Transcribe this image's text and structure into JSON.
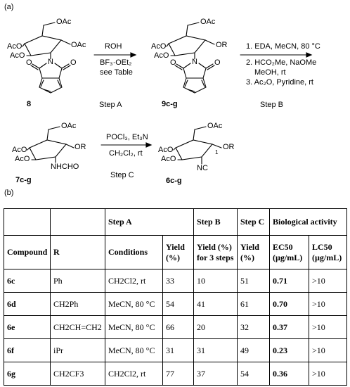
{
  "panel_a": {
    "label": "(a)",
    "step_a": {
      "reagent1": "ROH",
      "reagent2": "BF₃·OEt₂",
      "reagent3": "see Table",
      "name": "Step A"
    },
    "step_b": {
      "line1": "1. EDA, MeCN, 80 °C",
      "line2": "2. HCO₂Me, NaOMe",
      "line2b": "MeOH, rt",
      "line3": "3. Ac₂O, Pyridine, rt",
      "name": "Step B"
    },
    "step_c": {
      "reagent1": "POCl₃, Et₃N",
      "reagent2": "CH₂Cl₂, rt",
      "name": "Step C"
    },
    "compounds": {
      "c8": "8",
      "c9": "9c-g",
      "c7": "7c-g",
      "c6": "6c-g"
    },
    "groups": {
      "oac": "OAc",
      "aco": "AcO",
      "or": "OR",
      "nhcho": "NHCHO",
      "nc": "NC",
      "n": "N",
      "o": "O",
      "one": "1"
    }
  },
  "panel_b": {
    "label": "(b)",
    "header": {
      "step_a": "Step A",
      "step_b": "Step B",
      "step_c": "Step C",
      "bio": "Biological activity",
      "compound": "Compound",
      "r": "R",
      "conditions": "Conditions",
      "yield_a": "Yield (%)",
      "yield_b": "Yield (%) for 3 steps",
      "yield_c": "Yield (%)",
      "ec50": "EC50 (µg/mL)",
      "lc50": "LC50 (µg/mL)"
    },
    "rows": [
      {
        "compound": "6c",
        "r": "Ph",
        "conditions": "CH2Cl2, rt",
        "yield_a": "33",
        "yield_b": "10",
        "yield_c": "51",
        "ec50": "0.71",
        "lc50": ">10"
      },
      {
        "compound": "6d",
        "r": "CH2Ph",
        "conditions": "MeCN, 80 °C",
        "yield_a": "54",
        "yield_b": "41",
        "yield_c": "61",
        "ec50": "0.70",
        "lc50": ">10"
      },
      {
        "compound": "6e",
        "r": "CH2CH=CH2",
        "conditions": "MeCN, 80 °C",
        "yield_a": "66",
        "yield_b": "20",
        "yield_c": "32",
        "ec50": "0.37",
        "lc50": ">10"
      },
      {
        "compound": "6f",
        "r": "iPr",
        "conditions": "MeCN, 80 °C",
        "yield_a": "31",
        "yield_b": "31",
        "yield_c": "49",
        "ec50": "0.23",
        "lc50": ">10"
      },
      {
        "compound": "6g",
        "r": "CH2CF3",
        "conditions": "CH2Cl2, rt",
        "yield_a": "77",
        "yield_b": "37",
        "yield_c": "54",
        "ec50": "0.36",
        "lc50": ">10"
      }
    ]
  }
}
